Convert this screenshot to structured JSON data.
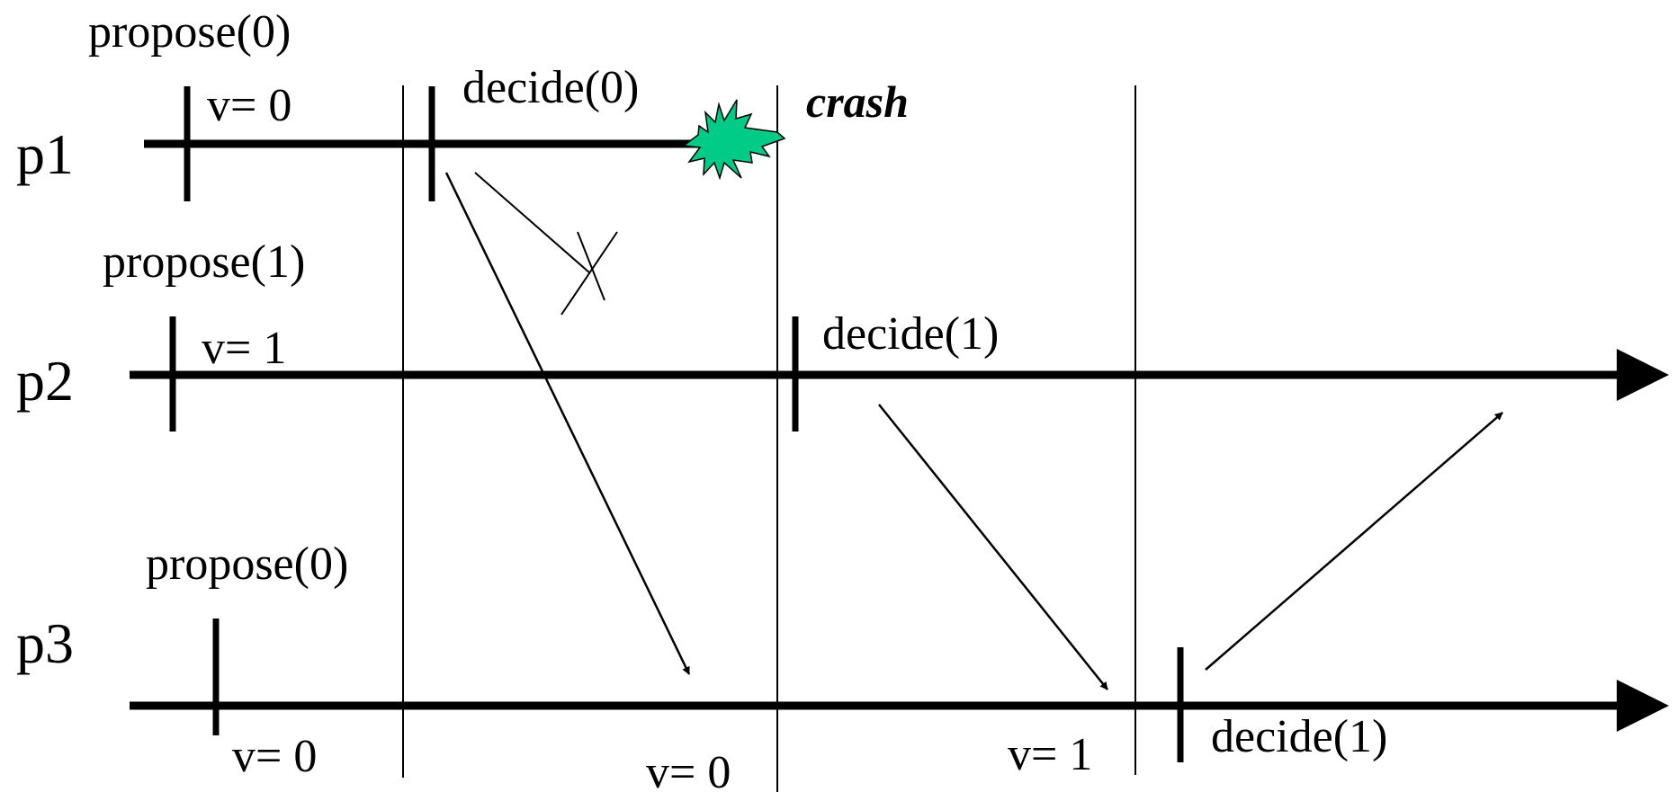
{
  "processes": [
    {
      "name": "p1",
      "propose": "propose(0)",
      "initial": "v= 0"
    },
    {
      "name": "p2",
      "propose": "propose(1)",
      "initial": "v= 1"
    },
    {
      "name": "p3",
      "propose": "propose(0)",
      "initial": "v= 0"
    }
  ],
  "events": {
    "p1_decide": "decide(0)",
    "p1_crash": "crash",
    "p2_decide": "decide(1)",
    "p3_decide": "decide(1)",
    "p3_value_round2": "v= 0",
    "p3_value_round3": "v= 1"
  },
  "colors": {
    "line": "#000000",
    "crash_fill": "#00cc88",
    "background": "#ffffff"
  },
  "icons": {
    "crash": "starburst-icon",
    "lost_message": "x-cross-icon"
  }
}
